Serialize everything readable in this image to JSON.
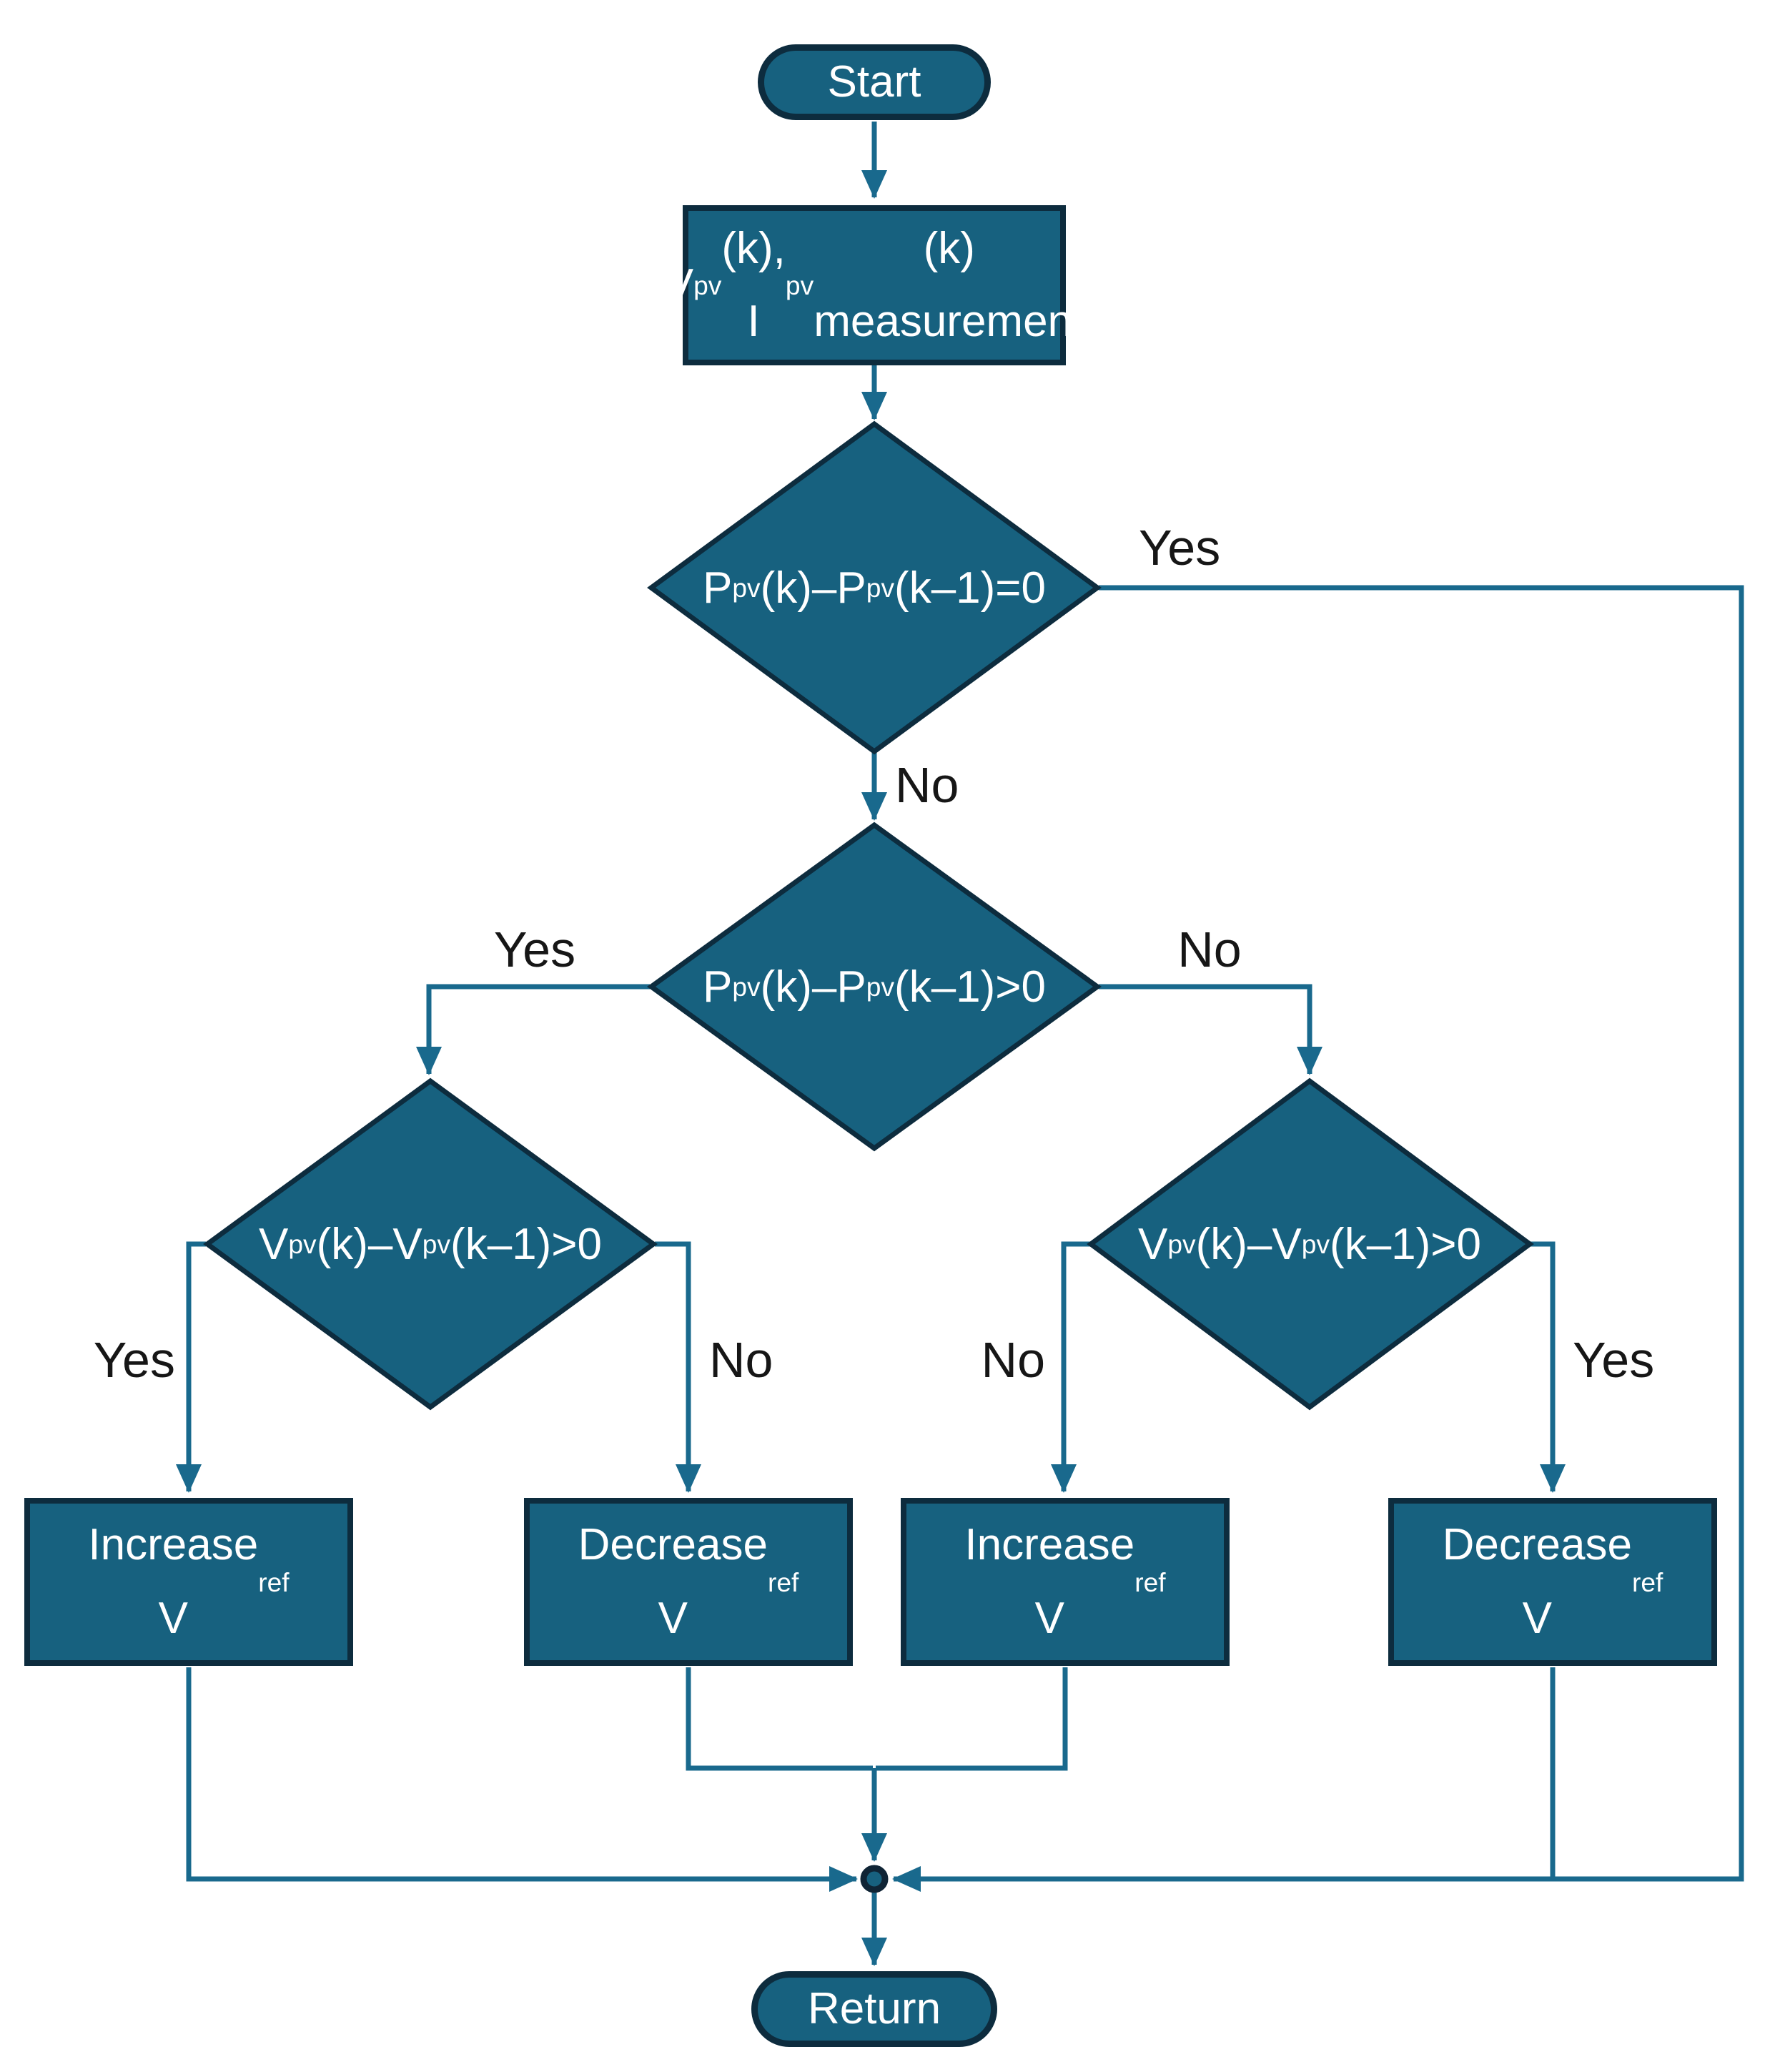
{
  "colors": {
    "shape_fill": "#17617f",
    "shape_border": "#0d2c3e",
    "connector": "#19698d",
    "shape_text": "#ffffff",
    "label_text": "#161616"
  },
  "nodes": {
    "start": "Start",
    "measurement": "V_{pv}(k), I_{pv}(k)\nmeasurement",
    "decision_power_equal": "P_{pv}(k)–P_{pv}(k–1)=0",
    "decision_power_positive": "P_{pv}(k)–P_{pv}(k–1)>0",
    "decision_voltage_left": "V_{pv}(k)–V_{pv}(k–1)>0",
    "decision_voltage_right": "V_{pv}(k)–V_{pv}(k–1)>0",
    "increase_vref_left": "Increase\nV_{ref}",
    "decrease_vref_left": "Decrease\nV_{ref}",
    "increase_vref_right": "Increase\nV_{ref}",
    "decrease_vref_right": "Decrease\nV_{ref}",
    "return": "Return"
  },
  "edge_labels": {
    "d1_yes": "Yes",
    "d1_no": "No",
    "d2_yes": "Yes",
    "d2_no": "No",
    "d3_yes": "Yes",
    "d3_no": "No",
    "d4_no": "No",
    "d4_yes": "Yes"
  }
}
